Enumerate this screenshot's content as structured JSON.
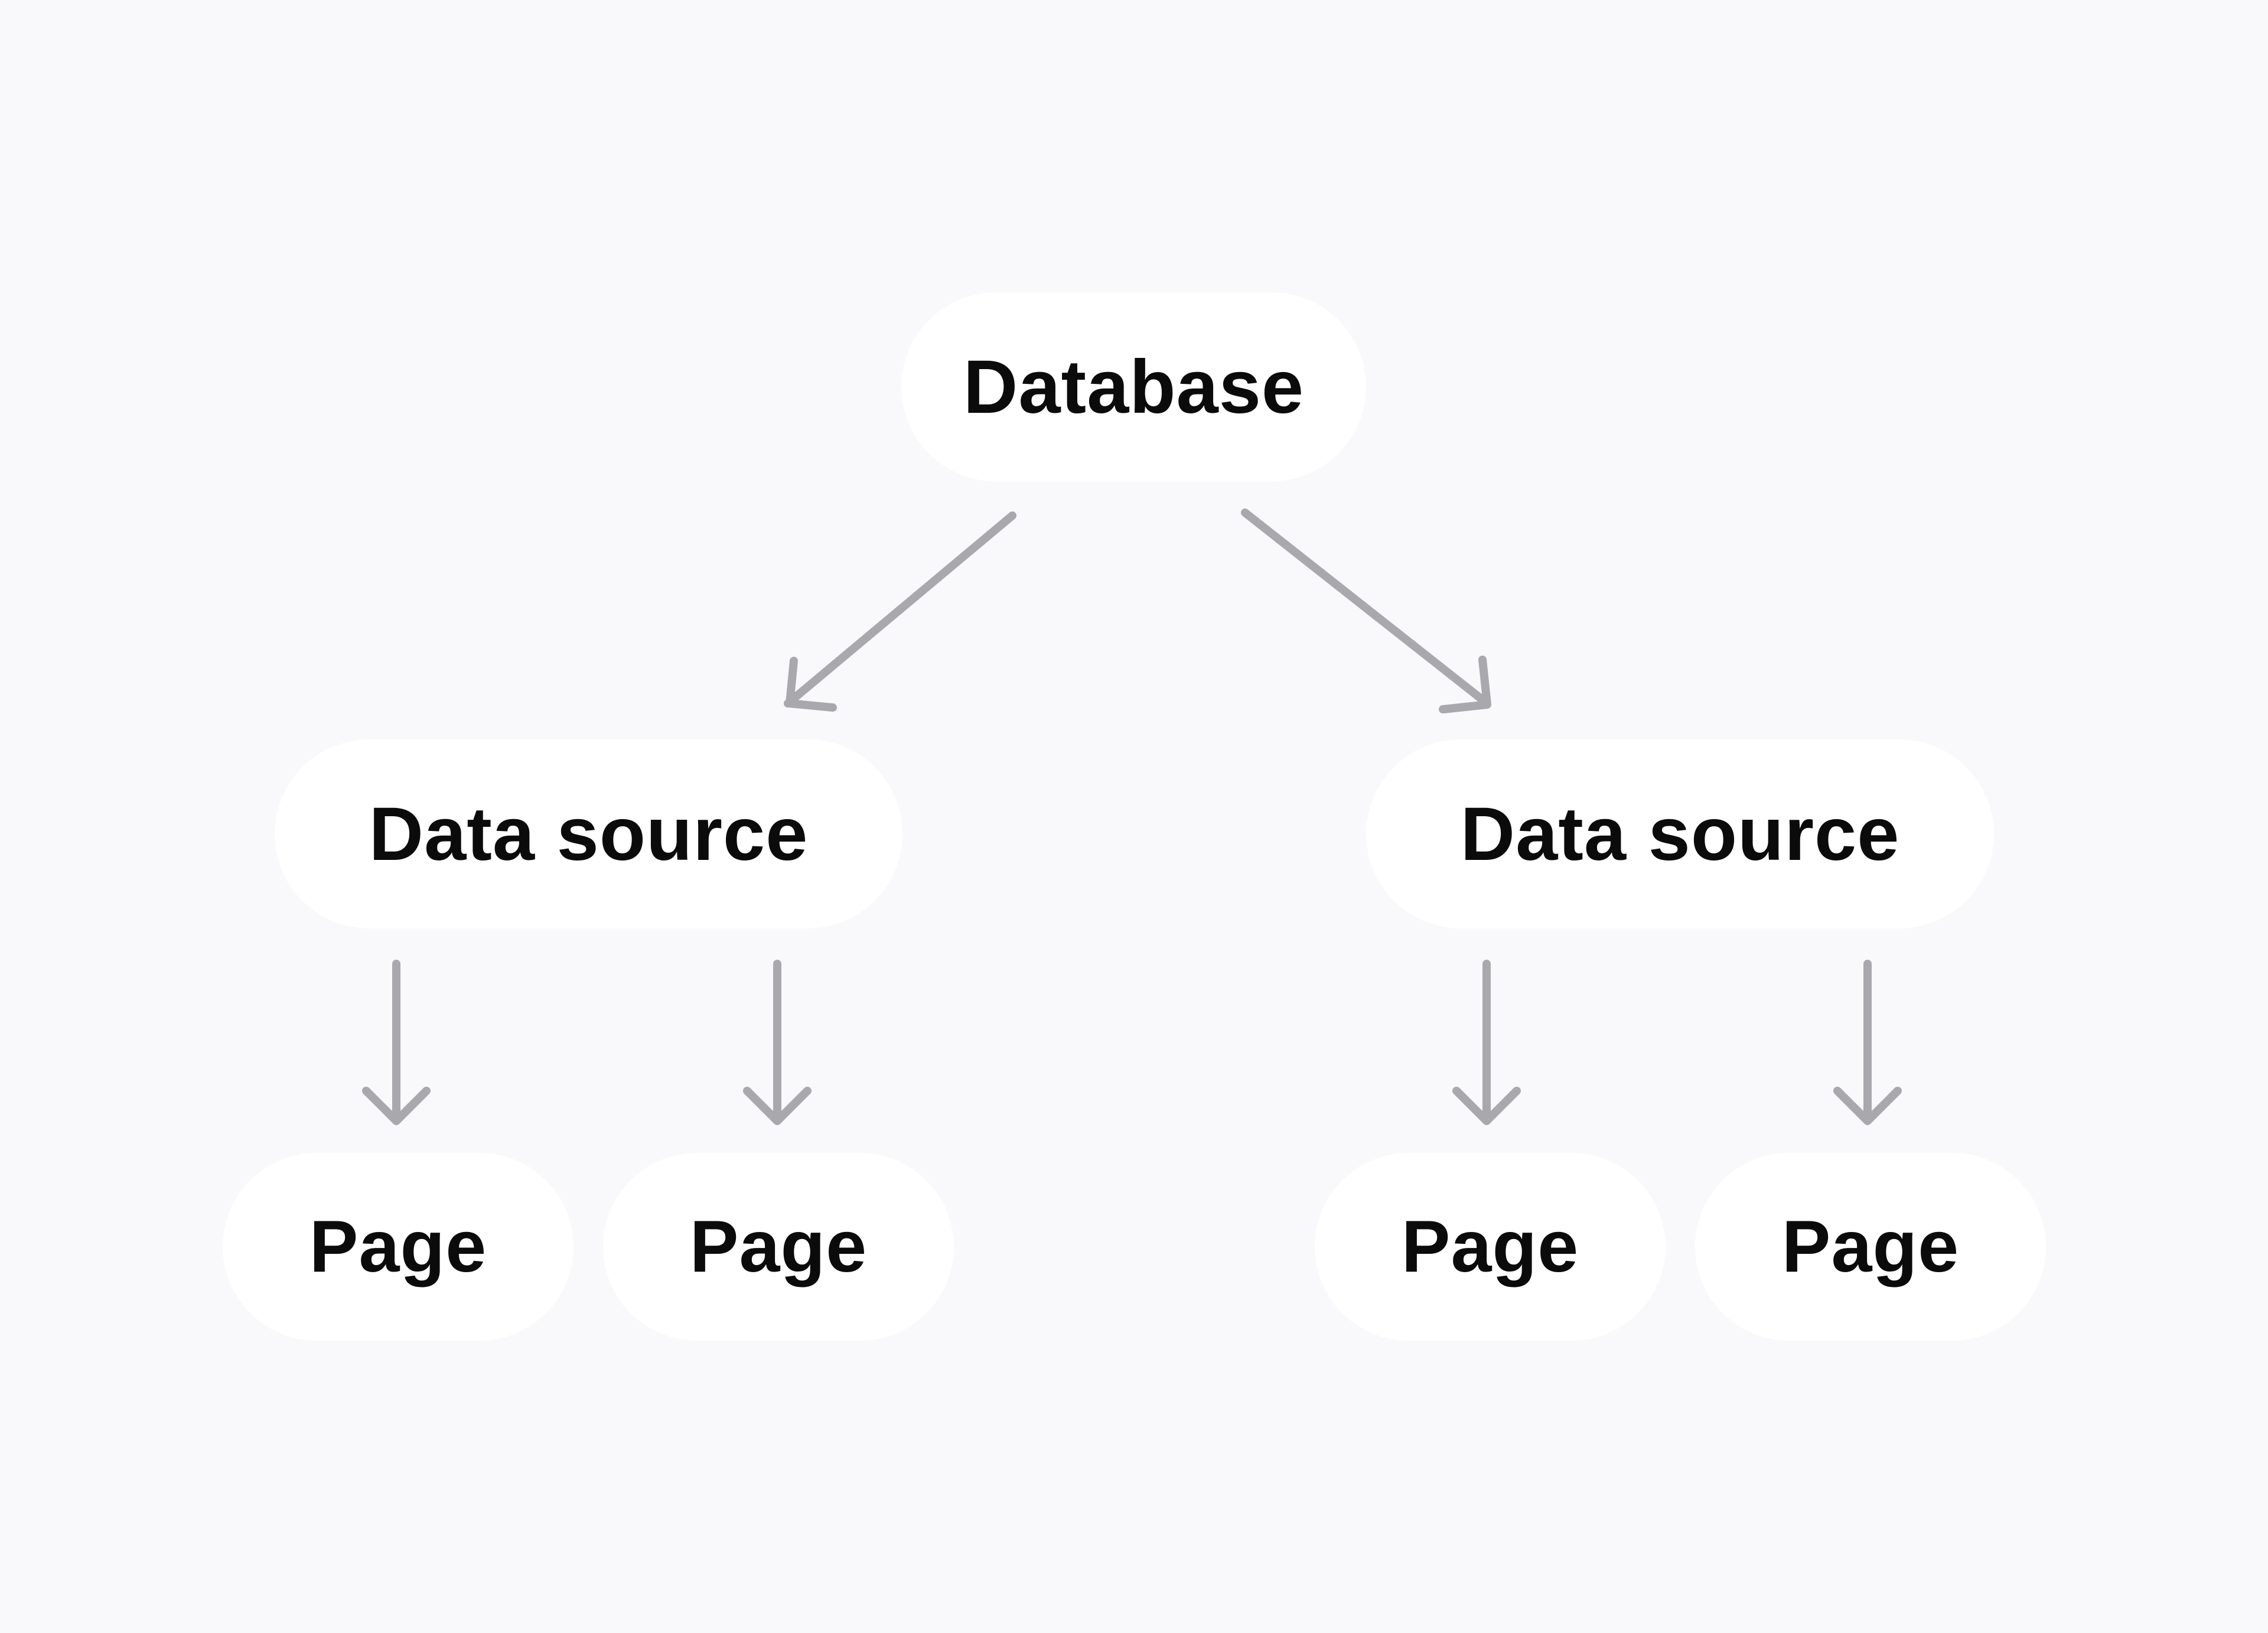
{
  "diagram": {
    "root": {
      "label": "Database"
    },
    "data_sources": [
      {
        "label": "Data source",
        "pages": [
          {
            "label": "Page"
          },
          {
            "label": "Page"
          }
        ]
      },
      {
        "label": "Data source",
        "pages": [
          {
            "label": "Page"
          },
          {
            "label": "Page"
          }
        ]
      }
    ]
  },
  "colors": {
    "background": "#f9f8fa",
    "node_fill": "#ffffff",
    "text": "#0b0b0c",
    "arrow": "#a9a8ac"
  }
}
